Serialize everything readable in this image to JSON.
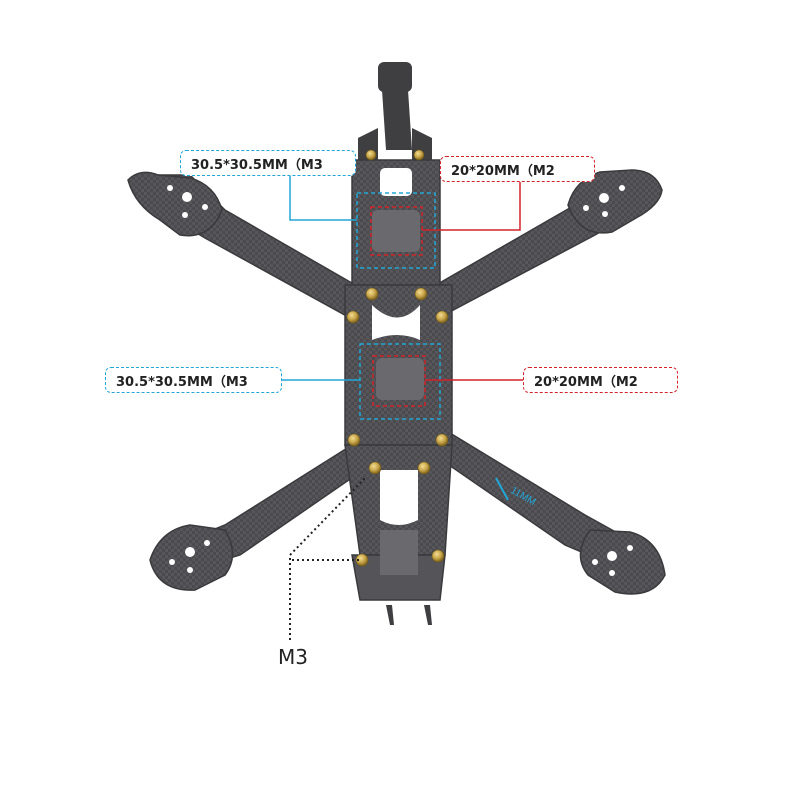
{
  "labels": {
    "top_left": "30.5*30.5MM（M3",
    "top_right": "20*20MM（M2",
    "mid_left": "30.5*30.5MM（M3",
    "mid_right": "20*20MM（M2",
    "arm_width": "11MM",
    "screw": "M3"
  },
  "colors": {
    "blue_callout": "#22a6d6",
    "red_callout": "#d2232a",
    "carbon": "#4a4a4e",
    "screw": "#c8a64a"
  }
}
